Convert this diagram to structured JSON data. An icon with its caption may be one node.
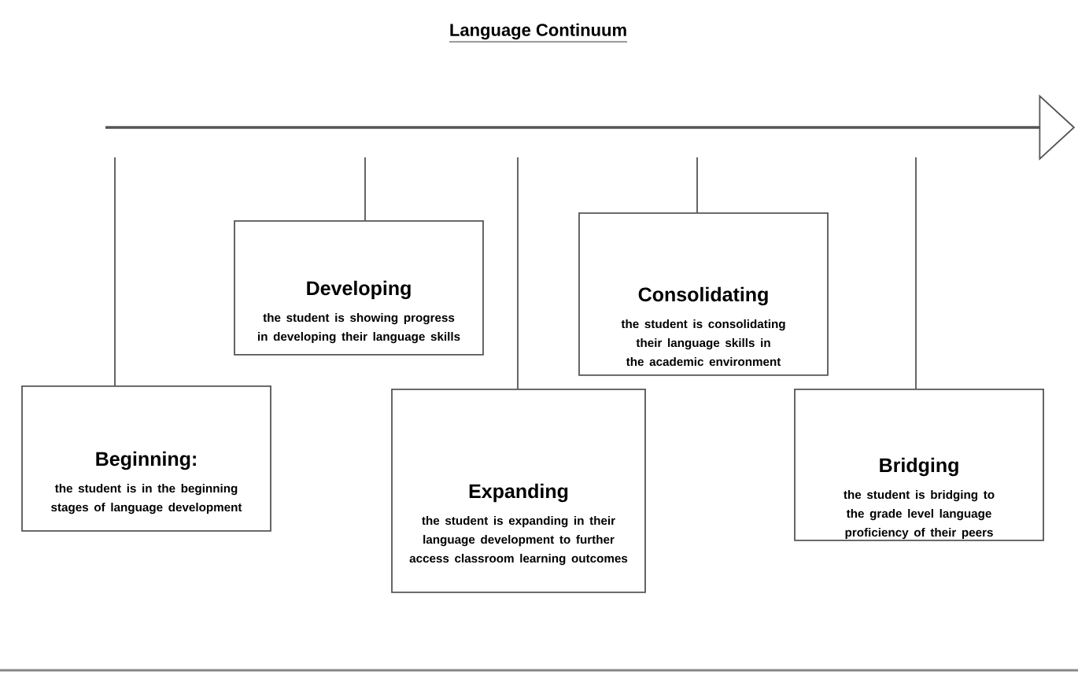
{
  "diagram": {
    "title": "Language Continuum",
    "nodes": [
      {
        "text": [],
        "shape": "arrow"
      },
      {
        "text": [
          "Beginning:",
          "the student is in the beginning stages of language development"
        ]
      },
      {
        "text": [
          "Developing",
          "the student is showing progress in developing their language skills"
        ]
      },
      {
        "text": [
          "Expanding",
          "the student is expanding in their language development to further access classroom learning outcomes"
        ]
      },
      {
        "text": [
          "Consolidating",
          "the student is consolidating their language skills in the academic environment"
        ]
      },
      {
        "text": [
          "Bridging",
          "the student is bridging to the grade level language proficiency of their peers"
        ]
      }
    ],
    "edges": [
      {
        "from": 0,
        "to": 1,
        "arrow": "none"
      },
      {
        "from": 0,
        "to": 2,
        "arrow": "none"
      },
      {
        "from": 0,
        "to": 3,
        "arrow": "none"
      },
      {
        "from": 0,
        "to": 4,
        "arrow": "none"
      },
      {
        "from": 0,
        "to": 5,
        "arrow": "none"
      }
    ]
  }
}
